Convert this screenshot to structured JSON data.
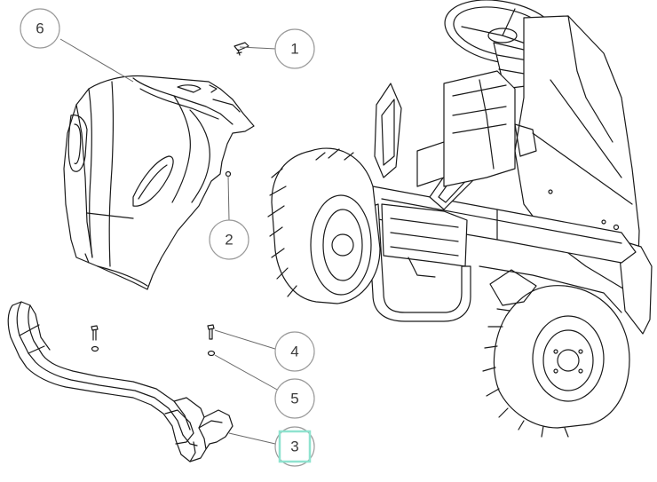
{
  "callouts": [
    {
      "id": "c1",
      "label": "1"
    },
    {
      "id": "c2",
      "label": "2"
    },
    {
      "id": "c3",
      "label": "3"
    },
    {
      "id": "c4",
      "label": "4"
    },
    {
      "id": "c5",
      "label": "5"
    },
    {
      "id": "c6",
      "label": "6"
    }
  ],
  "colors": {
    "line": "#1a1a1a",
    "callout_stroke": "#9a9a9a",
    "highlight": "#8fe3cf"
  }
}
